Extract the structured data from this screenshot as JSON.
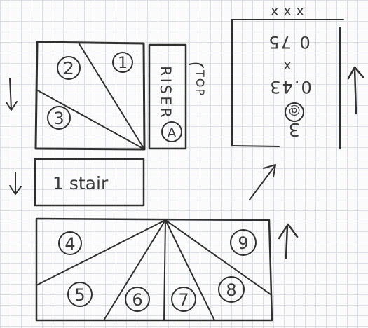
{
  "sketch": {
    "top_piece": {
      "zones": [
        "1",
        "2",
        "3"
      ],
      "riser_label": "RISER",
      "riser_badge": "A",
      "top_label": "TOP"
    },
    "stair_label": "1 stair",
    "bottom_piece": {
      "zones": [
        "4",
        "5",
        "6",
        "7",
        "8",
        "9"
      ]
    },
    "upside_down_note": {
      "marks": "x x x",
      "line1": "0 75",
      "line2": "x",
      "line3": "0.43",
      "line4": "3",
      "badge": "@"
    }
  },
  "colors": {
    "ink": "#2f2f2f",
    "grid": "#dcdfe4",
    "paper": "#fbfbfb"
  }
}
